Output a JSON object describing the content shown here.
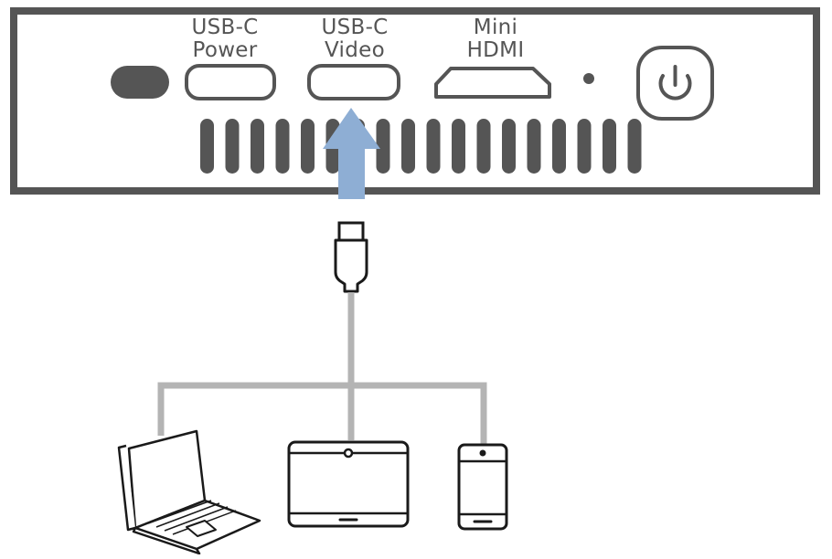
{
  "ports": {
    "usb_c_power": {
      "line1": "USB-C",
      "line2": "Power"
    },
    "usb_c_video": {
      "line1": "USB-C",
      "line2": "Video"
    },
    "mini_hdmi": {
      "line1": "Mini",
      "line2": "HDMI"
    }
  },
  "icons": {
    "power": "power-icon",
    "arrow": "up-arrow-icon",
    "cable": "usb-c-plug-icon",
    "laptop": "laptop-icon",
    "tablet": "tablet-icon",
    "phone": "smartphone-icon"
  },
  "colors": {
    "outline": "#555555",
    "arrow": "#8eaed4",
    "cable": "#b4b4b4",
    "device": "#1a1a1a"
  }
}
